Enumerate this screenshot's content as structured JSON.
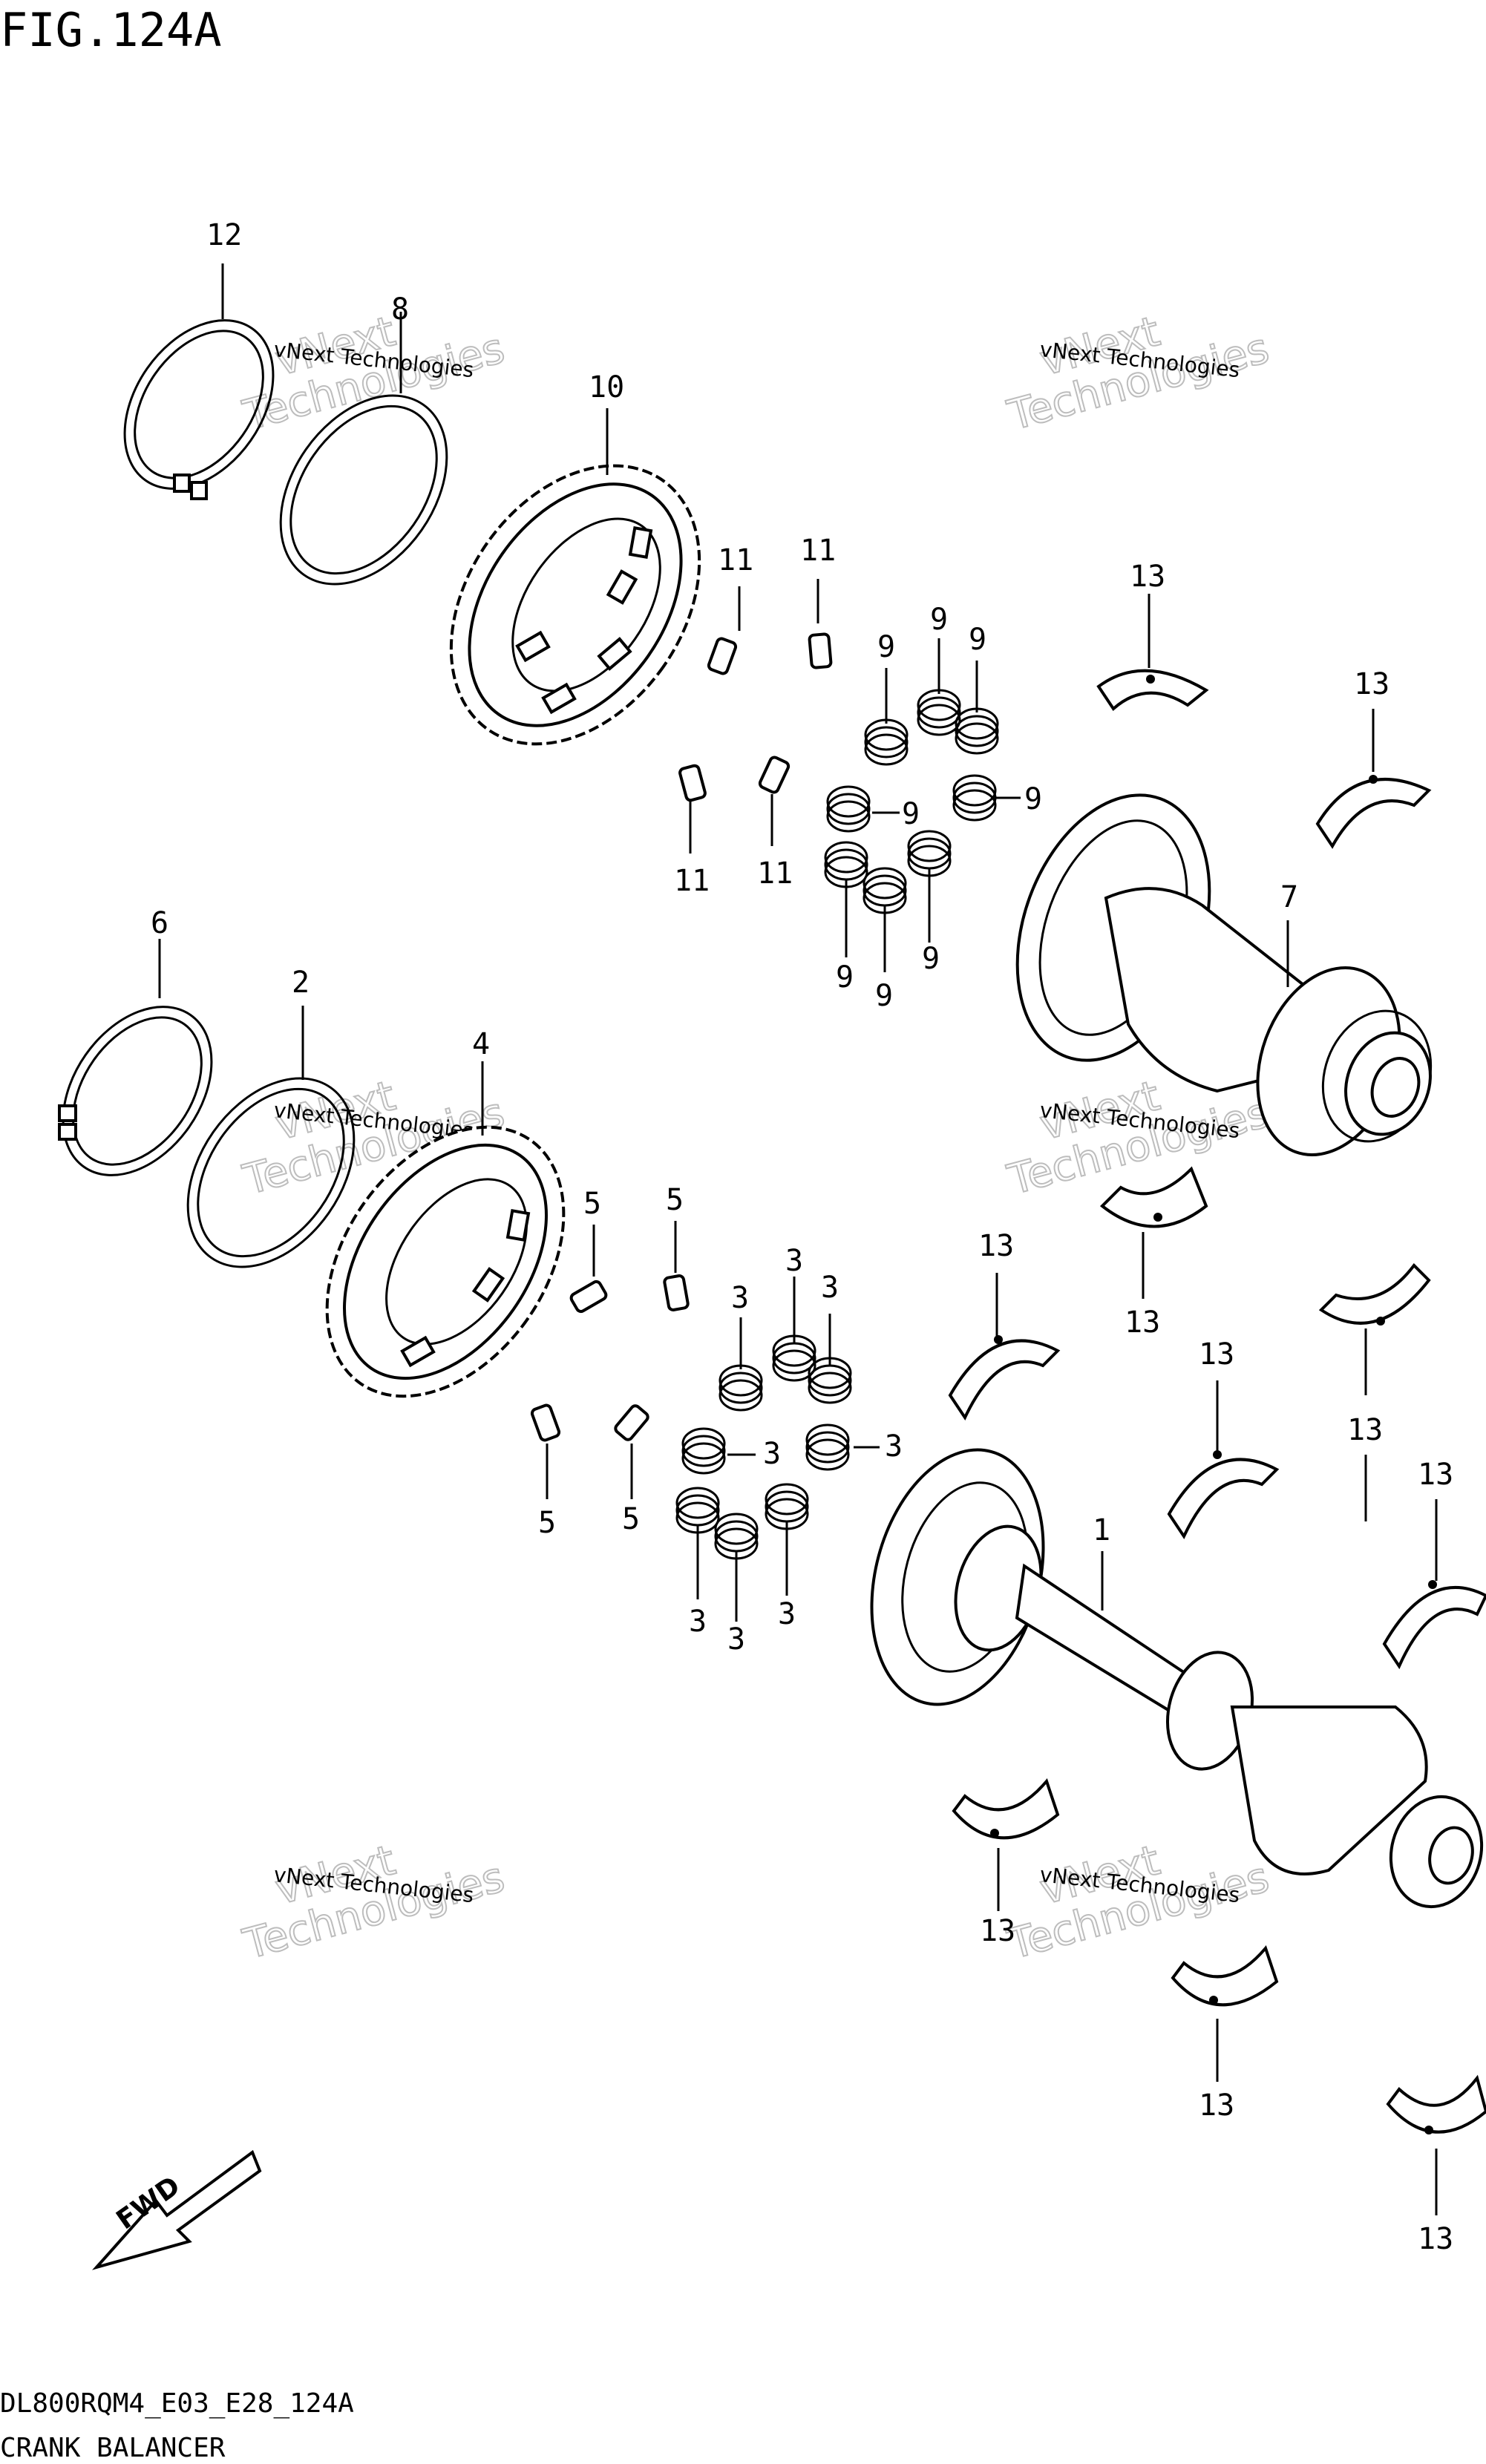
{
  "figure_title": "FIG.124A",
  "footer": {
    "model_code": "DL800RQM4_E03_E28_124A",
    "caption": "CRANK BALANCER"
  },
  "watermark": {
    "line1": "vNext",
    "line2": "Technologies",
    "small": "vNext Technologies"
  },
  "fwd_label": "FWD",
  "labels": {
    "p1": "1",
    "p2": "2",
    "p3": "3",
    "p4": "4",
    "p5": "5",
    "p6": "6",
    "p7": "7",
    "p8": "8",
    "p9": "9",
    "p10": "10",
    "p11": "11",
    "p12": "12",
    "p13": "13"
  }
}
